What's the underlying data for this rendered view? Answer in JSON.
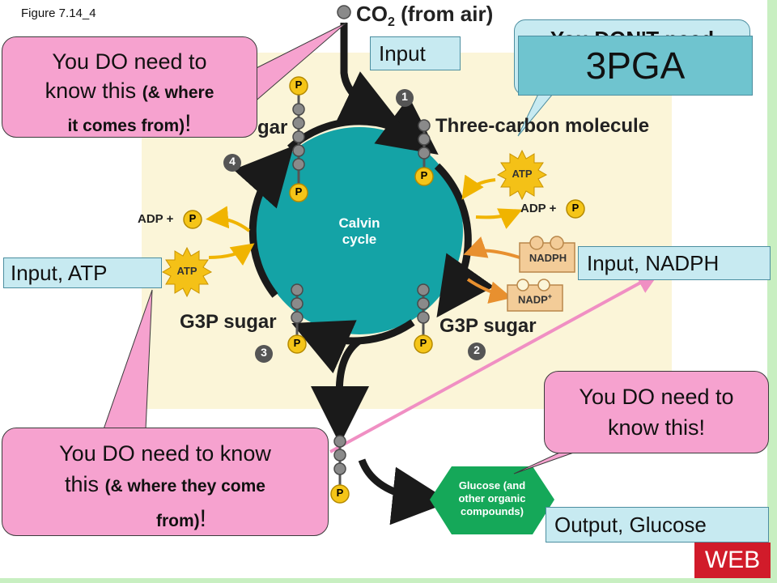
{
  "figure_label": "Figure 7.14_4",
  "co2_label": "CO",
  "co2_sub": "2",
  "co2_suffix": " (from air)",
  "input_top": "Input",
  "callout_top_left": {
    "line1": "You DO need to",
    "line2a": "know this ",
    "line2b": "(& where",
    "line3a": "it comes from)",
    "line3b": "!"
  },
  "callout_right_hidden": "You DON'T need",
  "pga_label": "3PGA",
  "three_carbon_label": "Three-carbon molecule",
  "sugar_partial": "gar",
  "calvin_line1": "Calvin",
  "calvin_line2": "cycle",
  "atp_label": "ATP",
  "adp_label": "ADP +",
  "p_label": "P",
  "nadph_label": "NADPH",
  "nadp_label": "NADP",
  "nadp_sup": "+",
  "input_atp": "Input, ATP",
  "input_nadph": "Input, NADPH",
  "g3p_left": "G3P sugar",
  "g3p_right": "G3P sugar",
  "steps": [
    "1",
    "2",
    "3",
    "4"
  ],
  "callout_mid_right": {
    "line1": "You DO need to",
    "line2": "know this!"
  },
  "callout_bottom_left": {
    "line1": "You DO need to know",
    "line2a": "this ",
    "line2b": "(& where they come",
    "line3a": "from)",
    "line3b": "!"
  },
  "glucose_line1": "Glucose (and",
  "glucose_line2": "other organic",
  "glucose_line3": "compounds)",
  "output_glucose": "Output, Glucose",
  "web_label": "WEB",
  "colors": {
    "cycle_teal": "#14a3a6",
    "background_panel": "#fbf5d8",
    "pink_callout": "#f6a2cf",
    "blue_box": "#c7eaf1",
    "atp_yellow": "#f4c117",
    "phosphate_yellow": "#f5c518",
    "glucose_green": "#15a859",
    "nadph_tan": "#f3cc98",
    "web_red": "#d11b2a"
  }
}
